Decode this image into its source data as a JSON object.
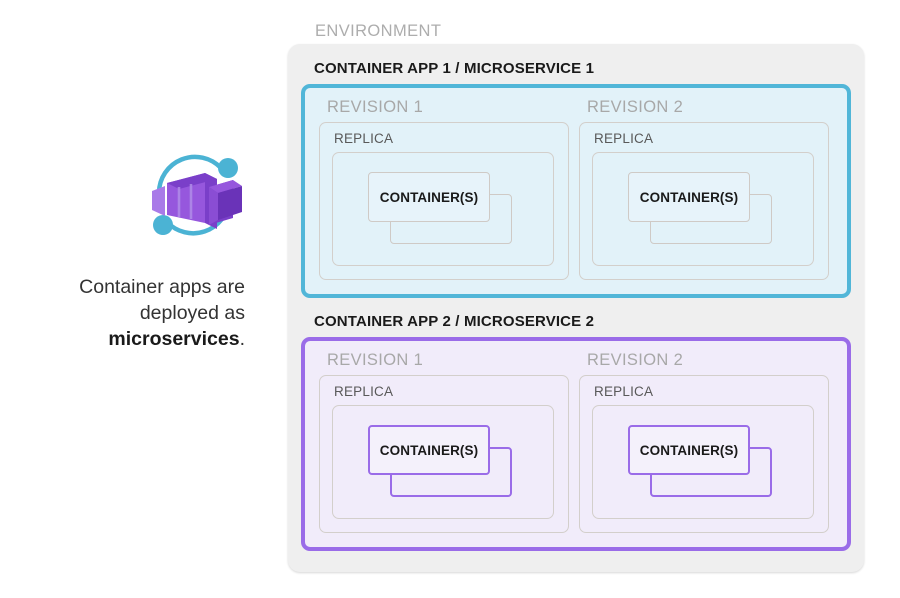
{
  "caption": {
    "line1": "Container apps are",
    "line2": "deployed as",
    "strong": "microservices",
    "period": "."
  },
  "icon": {
    "name": "azure-container-apps-icon",
    "colors": {
      "cube_light": "#a97ae8",
      "cube_mid": "#9657dd",
      "cube_dark": "#7a3fc9",
      "orbit": "#4bb3d4"
    }
  },
  "environment": {
    "label": "ENVIRONMENT",
    "background": "#efefef",
    "apps": [
      {
        "title": "CONTAINER APP 1 / MICROSERVICE 1",
        "accent": "#51b6d8",
        "fill": "#e2f2f9",
        "theme": "blue",
        "revisions": [
          {
            "label": "REVISION 1",
            "replica_label": "REPLICA",
            "container_label": "CONTAINER(S)"
          },
          {
            "label": "REVISION 2",
            "replica_label": "REPLICA",
            "container_label": "CONTAINER(S)"
          }
        ]
      },
      {
        "title": "CONTAINER APP 2 / MICROSERVICE 2",
        "accent": "#9a6ce8",
        "fill": "#f1ecfa",
        "theme": "purple",
        "revisions": [
          {
            "label": "REVISION 1",
            "replica_label": "REPLICA",
            "container_label": "CONTAINER(S)"
          },
          {
            "label": "REVISION 2",
            "replica_label": "REPLICA",
            "container_label": "CONTAINER(S)"
          }
        ]
      }
    ]
  }
}
